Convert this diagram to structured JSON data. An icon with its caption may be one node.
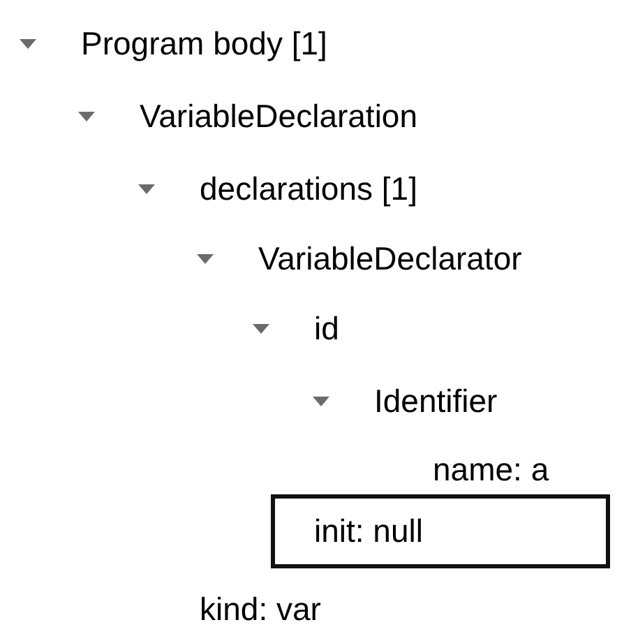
{
  "diagram": {
    "nodes": [
      {
        "text": [
          "init: null"
        ]
      }
    ],
    "labels": [
      "Program body [1]",
      "VariableDeclaration",
      "declarations [1]",
      "VariableDeclarator",
      "id",
      "Identifier",
      "name: a",
      "kind: var"
    ]
  }
}
